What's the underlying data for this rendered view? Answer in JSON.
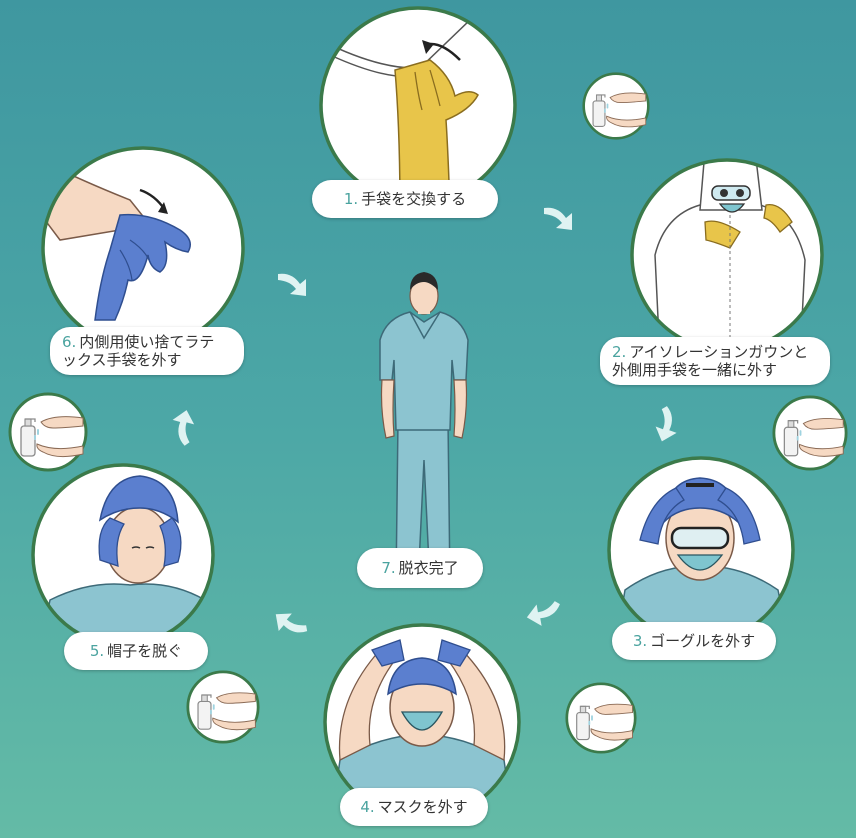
{
  "steps": [
    {
      "num": "1.",
      "text": "手袋を交換する"
    },
    {
      "num": "2.",
      "text_line1": "アイソレーションガウンと",
      "text_line2": "外側用手袋を一緒に外す"
    },
    {
      "num": "3.",
      "text": "ゴーグルを外す"
    },
    {
      "num": "4.",
      "text": "マスクを外す"
    },
    {
      "num": "5.",
      "text": "帽子を脱ぐ"
    },
    {
      "num": "6.",
      "text_line1": "内側用使い捨てラテ",
      "text_line2": "ックス手袋を外す"
    },
    {
      "num": "7.",
      "text": "脱衣完了"
    }
  ],
  "colors": {
    "background_top": "#3f97a0",
    "background_bottom": "#64bba6",
    "circle_border": "#3b7a4a",
    "number_accent": "#4aa39f",
    "arrow": "#dff3f2",
    "scrubs": "#8cc4d0",
    "glove_yellow": "#e8c54a",
    "glove_blue": "#5b7fcf"
  },
  "icons": {
    "sanitizer": "hand-sanitizer-icon",
    "arrow": "curved-arrow-icon"
  }
}
